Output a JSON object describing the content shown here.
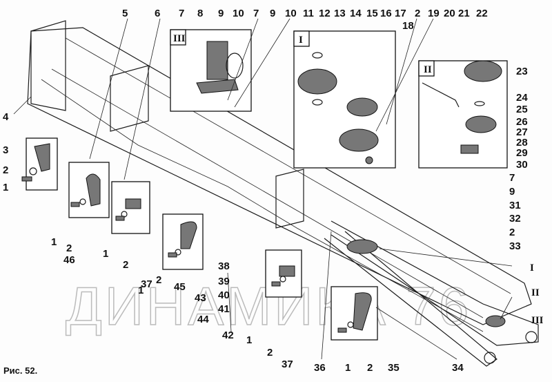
{
  "figure": {
    "caption": "Рис. 52.",
    "watermark": "ДИНАМИКА 76",
    "inset_labels": [
      "III",
      "I",
      "II"
    ]
  },
  "callouts": {
    "top": [
      "5",
      "6",
      "7",
      "8",
      "9",
      "10",
      "7",
      "9",
      "10",
      "11",
      "12",
      "13",
      "14",
      "15",
      "16",
      "17",
      "18",
      "2",
      "19",
      "20",
      "21",
      "22"
    ],
    "right": [
      "23",
      "24",
      "25",
      "26",
      "27",
      "28",
      "29",
      "30",
      "7",
      "9",
      "31",
      "32",
      "2",
      "33",
      "I",
      "II",
      "III"
    ],
    "left": [
      "4",
      "3",
      "2",
      "1"
    ],
    "bottom": [
      "1",
      "2",
      "46",
      "1",
      "2",
      "37",
      "1",
      "2",
      "45",
      "43",
      "44",
      "42",
      "38",
      "39",
      "40",
      "41",
      "1",
      "2",
      "37",
      "36",
      "1",
      "2",
      "35",
      "34"
    ]
  }
}
